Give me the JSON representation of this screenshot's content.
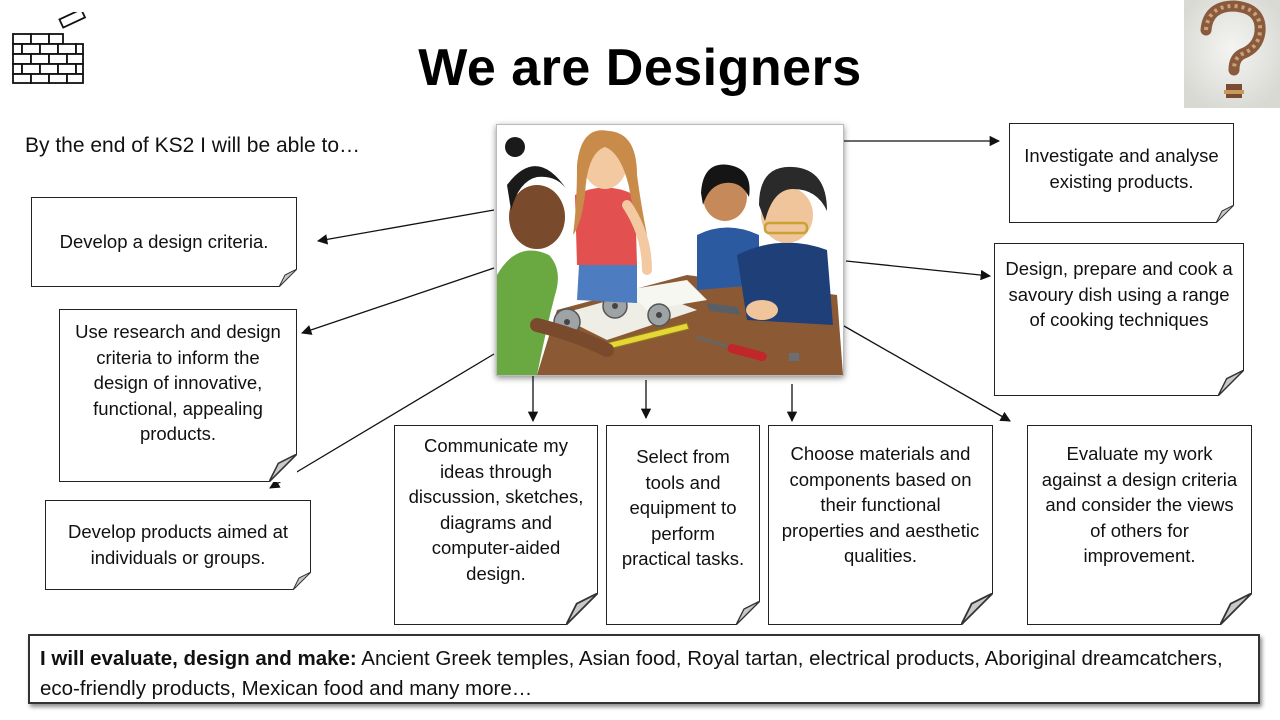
{
  "title": "We are Designers",
  "intro": "By the end of KS2 I will be able to…",
  "notes": {
    "develop_criteria": "Develop a design criteria.",
    "use_research": "Use research and design criteria to inform the design of innovative, functional, appealing products.",
    "develop_products": "Develop products aimed at individuals or groups.",
    "communicate": "Communicate my ideas through discussion, sketches, diagrams and computer-aided design.",
    "select_tools": "Select from tools and equipment to perform practical tasks.",
    "choose_materials": "Choose materials and components based on their functional properties and aesthetic qualities.",
    "evaluate_work": "Evaluate my work against a design criteria and consider the views of others for improvement.",
    "investigate": "Investigate and analyse existing products.",
    "cook": "Design, prepare and cook a savoury dish using a range of cooking techniques"
  },
  "bottom": {
    "bold": "I will evaluate, design and make:",
    "rest": " Ancient Greek temples, Asian food, Royal tartan, electrical products, Aboriginal dreamcatchers, eco-friendly products, Mexican food and many more…"
  },
  "icons": [
    "brick-wall-icon",
    "question-mark-icon"
  ]
}
